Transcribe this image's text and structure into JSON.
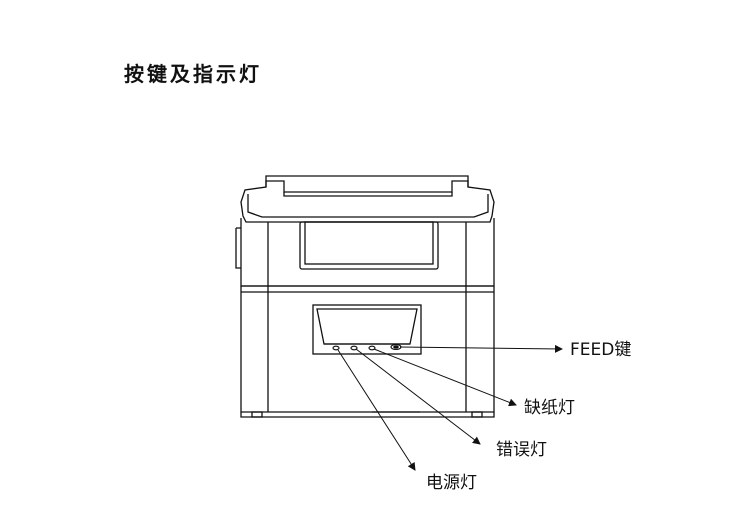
{
  "section_title": "按键及指示灯",
  "figure": {
    "device": "printer-front-view",
    "callouts": {
      "feed_key": "FEED键",
      "paper_out_light": "缺纸灯",
      "error_light": "错误灯",
      "power_light": "电源灯"
    }
  }
}
